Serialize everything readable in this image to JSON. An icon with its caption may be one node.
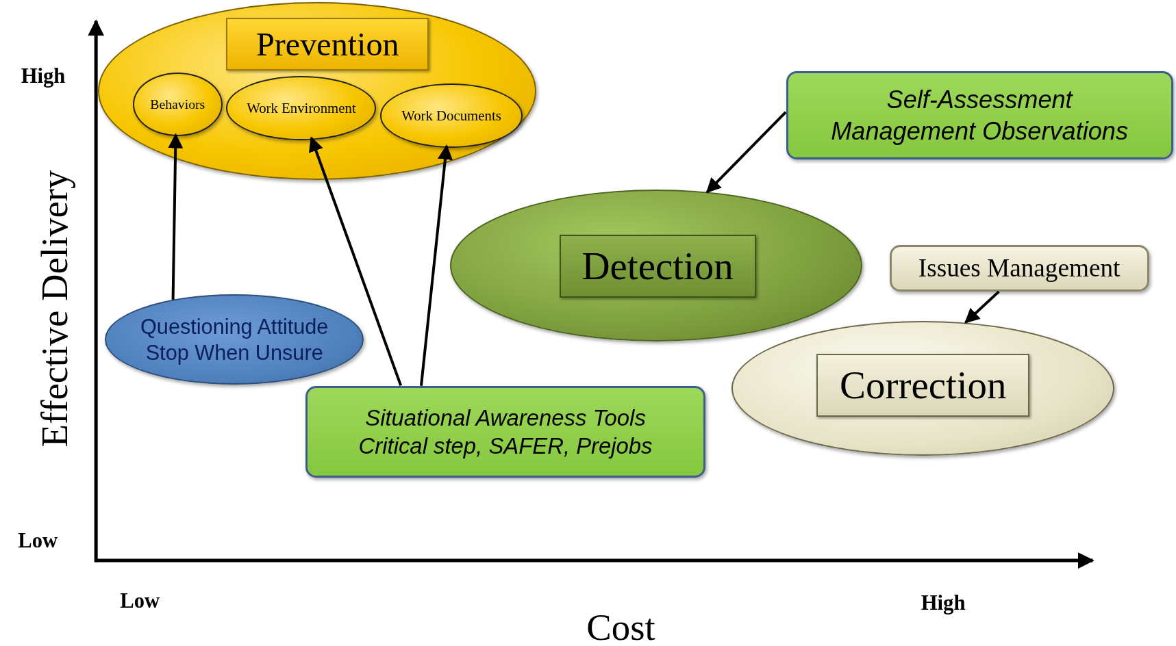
{
  "diagram": {
    "nodes": [
      {
        "text": [
          "Prevention"
        ]
      },
      {
        "text": [
          "Behaviors"
        ],
        "in": 0
      },
      {
        "text": [
          "Work Environment"
        ],
        "in": 0
      },
      {
        "text": [
          "Work Documents"
        ],
        "in": 0
      },
      {
        "text": [
          "Detection"
        ]
      },
      {
        "text": [
          "Self-Assessment Management Observations"
        ]
      },
      {
        "text": [
          "Correction"
        ]
      },
      {
        "text": [
          "Issues Management"
        ]
      },
      {
        "text": [
          "Questioning Attitude Stop When Unsure"
        ]
      },
      {
        "text": [
          "Situational Awareness Tools Critical step, SAFER, Prejobs"
        ]
      }
    ],
    "edges": [
      {
        "from": 8,
        "to": 1,
        "arrow": "to"
      },
      {
        "from": 9,
        "to": 2,
        "arrow": "to"
      },
      {
        "from": 9,
        "to": 3,
        "arrow": "to"
      },
      {
        "from": 5,
        "to": 4,
        "arrow": "to"
      },
      {
        "from": 7,
        "to": 6,
        "arrow": "to"
      }
    ],
    "labels": [
      "High",
      "Effective Delivery",
      "Low",
      "Low",
      "High",
      "Cost"
    ]
  }
}
